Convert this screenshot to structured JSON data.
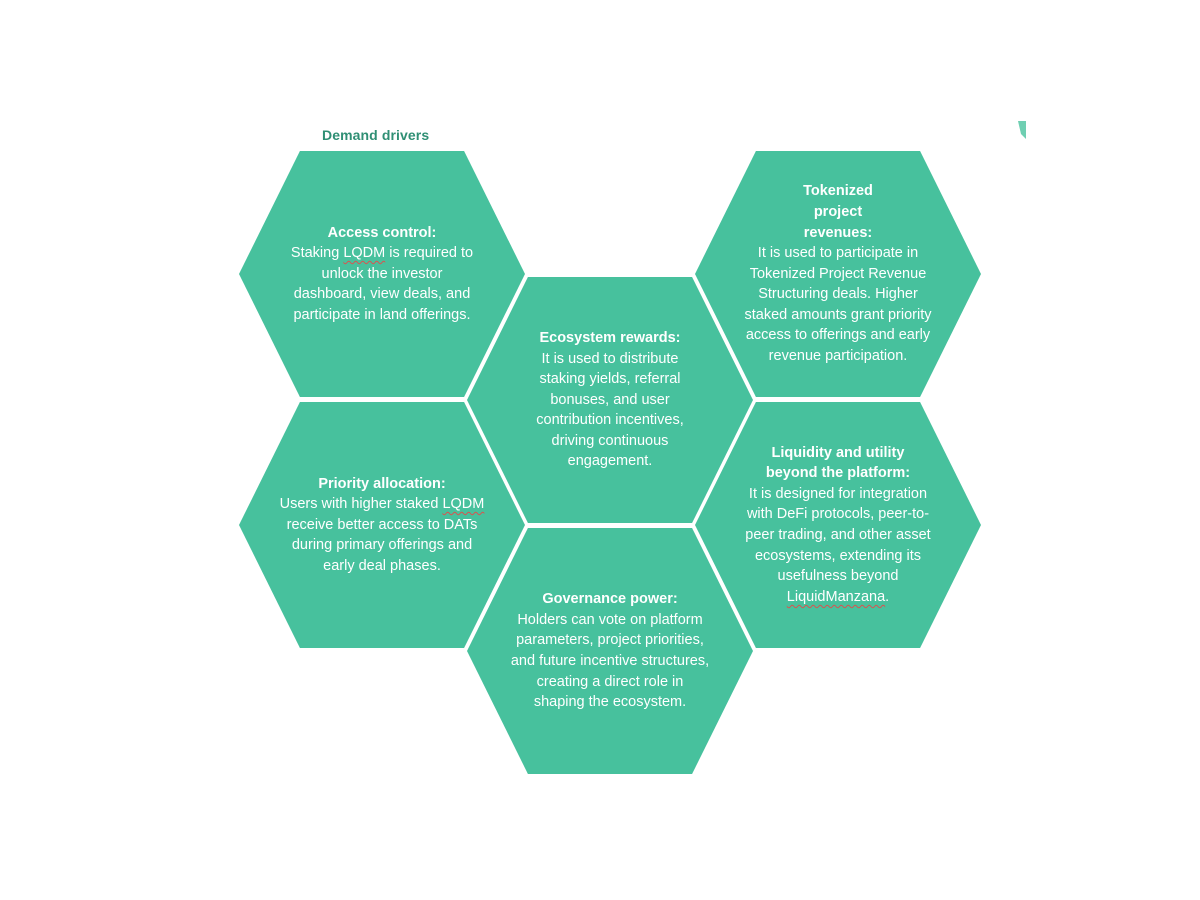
{
  "title": "Demand drivers",
  "accent_color": "#47c19d",
  "title_color": "#2f8f74",
  "hexagons": [
    {
      "id": "access-control",
      "title": "Access control:",
      "body_parts": [
        {
          "text": "Staking "
        },
        {
          "text": "LQDM",
          "spellcheck": true
        },
        {
          "text": " is required to unlock the investor dashboard, view deals, and participate in land offerings."
        }
      ]
    },
    {
      "id": "ecosystem-rewards",
      "title": "Ecosystem rewards:",
      "body_parts": [
        {
          "text": "It is used to distribute staking yields, referral bonuses, and user contribution incentives, driving continuous engagement."
        }
      ]
    },
    {
      "id": "tokenized-project-revenues",
      "title": "Tokenized project revenues:",
      "body_parts": [
        {
          "text": "It is used to participate in Tokenized Project Revenue Structuring deals. Higher staked amounts grant priority access to offerings and early revenue participation."
        }
      ]
    },
    {
      "id": "priority-allocation",
      "title": "Priority allocation:",
      "body_parts": [
        {
          "text": "Users with higher staked "
        },
        {
          "text": "LQDM",
          "spellcheck": true
        },
        {
          "text": " receive better access to DATs during primary offerings and early deal phases."
        }
      ]
    },
    {
      "id": "liquidity-and-utility",
      "title": "Liquidity and utility beyond the platform:",
      "body_parts": [
        {
          "text": "It is designed for integration with DeFi protocols, peer-to-peer trading, and other asset ecosystems, extending its usefulness beyond "
        },
        {
          "text": "LiquidManzana",
          "spellcheck": true
        },
        {
          "text": "."
        }
      ]
    },
    {
      "id": "governance-power",
      "title": "Governance power:",
      "body_parts": [
        {
          "text": "Holders can vote on platform parameters, project priorities, and future incentive structures, creating a direct role in shaping the ecosystem."
        }
      ]
    }
  ]
}
